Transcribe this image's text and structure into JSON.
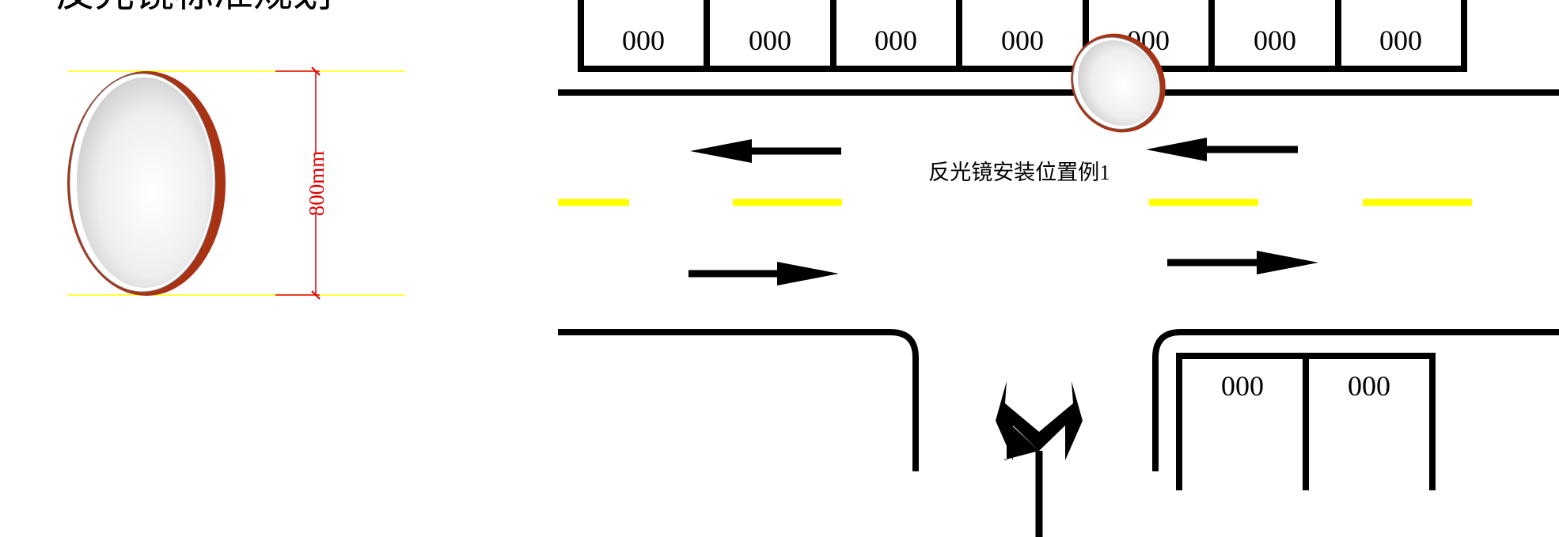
{
  "colors": {
    "mirror_frame": "#a83214",
    "lane_marking": "#ffff00",
    "dimension_line": "#e00000",
    "guide_line": "#ffff00",
    "road_line": "#000000"
  },
  "mirror_detail": {
    "dimension_label": "800mm",
    "top_cut_text": "反光镜标准规划"
  },
  "intersection": {
    "caption": "反光镜安装位置例1",
    "top_parking_labels": [
      "000",
      "000",
      "000",
      "000",
      "000",
      "000",
      "000"
    ],
    "bottom_parking_labels": [
      "000",
      "000"
    ]
  },
  "icons": {
    "lane_arrows": "arrow-icon",
    "turn_arrow": "split-turn-arrow-icon",
    "mirror": "convex-mirror-icon"
  }
}
